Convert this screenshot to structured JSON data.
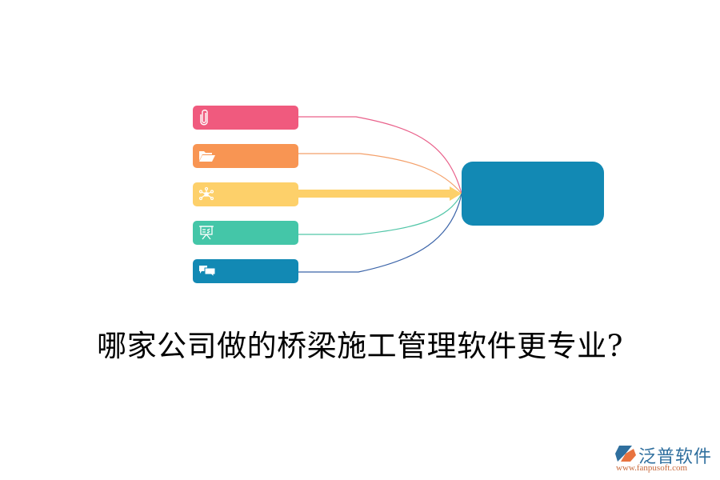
{
  "diagram": {
    "sources": [
      {
        "icon": "paperclip-icon",
        "color": "#f05a7e",
        "line_color": "#e9608a"
      },
      {
        "icon": "folder-open-icon",
        "color": "#f89553",
        "line_color": "#f4a06a"
      },
      {
        "icon": "network-hub-icon",
        "color": "#fdd06a",
        "line_color": "#fdd06a"
      },
      {
        "icon": "presentation-board-icon",
        "color": "#44c6a8",
        "line_color": "#52c6a8"
      },
      {
        "icon": "chat-bubbles-icon",
        "color": "#1289b4",
        "line_color": "#3a63a8"
      }
    ],
    "target": {
      "color": "#1289b4"
    },
    "arrow_color": "#fdd06a"
  },
  "title": "哪家公司做的桥梁施工管理软件更专业?",
  "logo": {
    "name": "泛普软件",
    "url": "www.fanpusoft.com",
    "name_color": "#2f6f9e",
    "url_color": "#c86a3c"
  }
}
